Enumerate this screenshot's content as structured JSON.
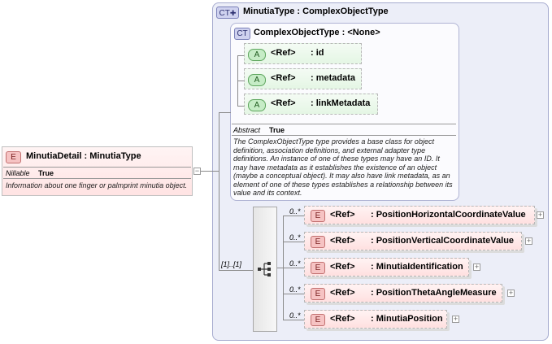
{
  "ct_outer": {
    "badge": "CT",
    "title": "MinutiaType : ComplexObjectType"
  },
  "ct_inner": {
    "badge": "CT",
    "title": "ComplexObjectType : <None>",
    "attributes": [
      {
        "badge": "A",
        "ref": "<Ref>",
        "name": ": id"
      },
      {
        "badge": "A",
        "ref": "<Ref>",
        "name": ": metadata"
      },
      {
        "badge": "A",
        "ref": "<Ref>",
        "name": ": linkMetadata"
      }
    ],
    "abstract_label": "Abstract",
    "abstract_value": "True",
    "description": "The ComplexObjectType type provides a base class for object definition, association definitions, and external adapter type definitions. An instance of one of these types may have an ID. It may have metadata as it establishes the existence of an object (maybe a conceptual object). It may also have link metadata, as an element of one of these types establishes a relationship between its value and its context."
  },
  "detail": {
    "badge": "E",
    "title": "MinutiaDetail : MinutiaType",
    "nillable_label": "Nillable",
    "nillable_value": "True",
    "description": "Information about one finger or palmprint minutia object."
  },
  "sequence": {
    "occurrence": "[1]..[1]"
  },
  "elements": [
    {
      "badge": "E",
      "occ": "0..*",
      "ref": "<Ref>",
      "name": ": PositionHorizontalCoordinateValue"
    },
    {
      "badge": "E",
      "occ": "0..*",
      "ref": "<Ref>",
      "name": ": PositionVerticalCoordinateValue"
    },
    {
      "badge": "E",
      "occ": "0..*",
      "ref": "<Ref>",
      "name": ": MinutiaIdentification"
    },
    {
      "badge": "E",
      "occ": "0..*",
      "ref": "<Ref>",
      "name": ": PositionThetaAngleMeasure"
    },
    {
      "badge": "E",
      "occ": "0..*",
      "ref": "<Ref>",
      "name": ": MinutiaPosition"
    }
  ],
  "expander_symbol": "+",
  "collapse_symbol": "−",
  "colors": {
    "element_fill": "#ffe4e4",
    "attribute_fill": "#e6f6e6",
    "complex_type_fill": "#eceef8",
    "connector": "#8a8a8a"
  },
  "icons": [
    "complex-type-plus-icon",
    "sequence-compositor-icon",
    "expand-plus-icon",
    "collapse-minus-icon"
  ]
}
